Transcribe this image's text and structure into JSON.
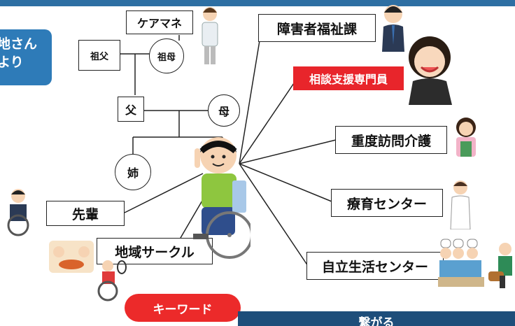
{
  "header_text": {
    "line1": "地さん",
    "line2": "より"
  },
  "family": {
    "care_manager": "ケアマネ",
    "grandfather": "祖父",
    "grandmother": "祖母",
    "father": "父",
    "mother": "母",
    "sister": "姉"
  },
  "services": {
    "disability_welfare": "障害者福祉課",
    "consultation_specialist": "相談支援専門員",
    "home_care": "重度訪問介護",
    "rehab_center": "療育センター",
    "independent_living": "自立生活センター"
  },
  "community": {
    "senior": "先輩",
    "circle": "地域サークル"
  },
  "footer": {
    "keyword": "キーワード",
    "bar_text": "繋がる"
  },
  "colors": {
    "accent_blue": "#2e7bb8",
    "dark_blue": "#1e4e7a",
    "red": "#e8252b"
  }
}
